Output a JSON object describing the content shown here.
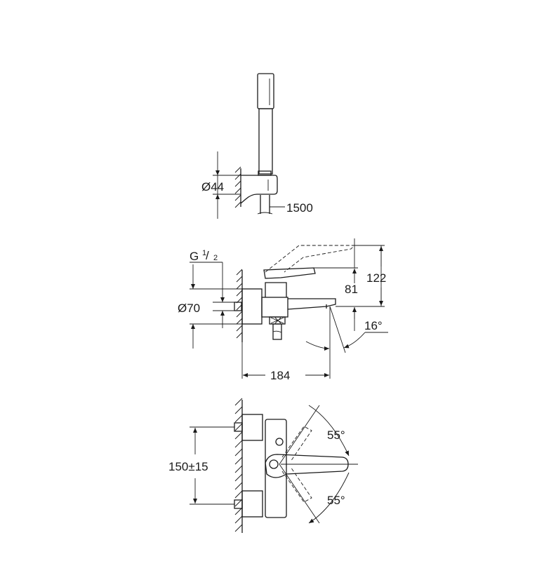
{
  "drawing": {
    "hose_length": "1500",
    "holder_diameter": "Ø44",
    "thread_G": "G",
    "thread_num": "1",
    "thread_slash": "/",
    "thread_den": "2",
    "body_diameter": "Ø70",
    "height_total": "122",
    "height_spout": "81",
    "spout_angle": "16°",
    "projection": "184",
    "center_distance": "150±15",
    "lever_angle_upper": "55°",
    "lever_angle_lower": "55°"
  },
  "colors": {
    "line": "#1a1a1a",
    "background": "#ffffff"
  }
}
